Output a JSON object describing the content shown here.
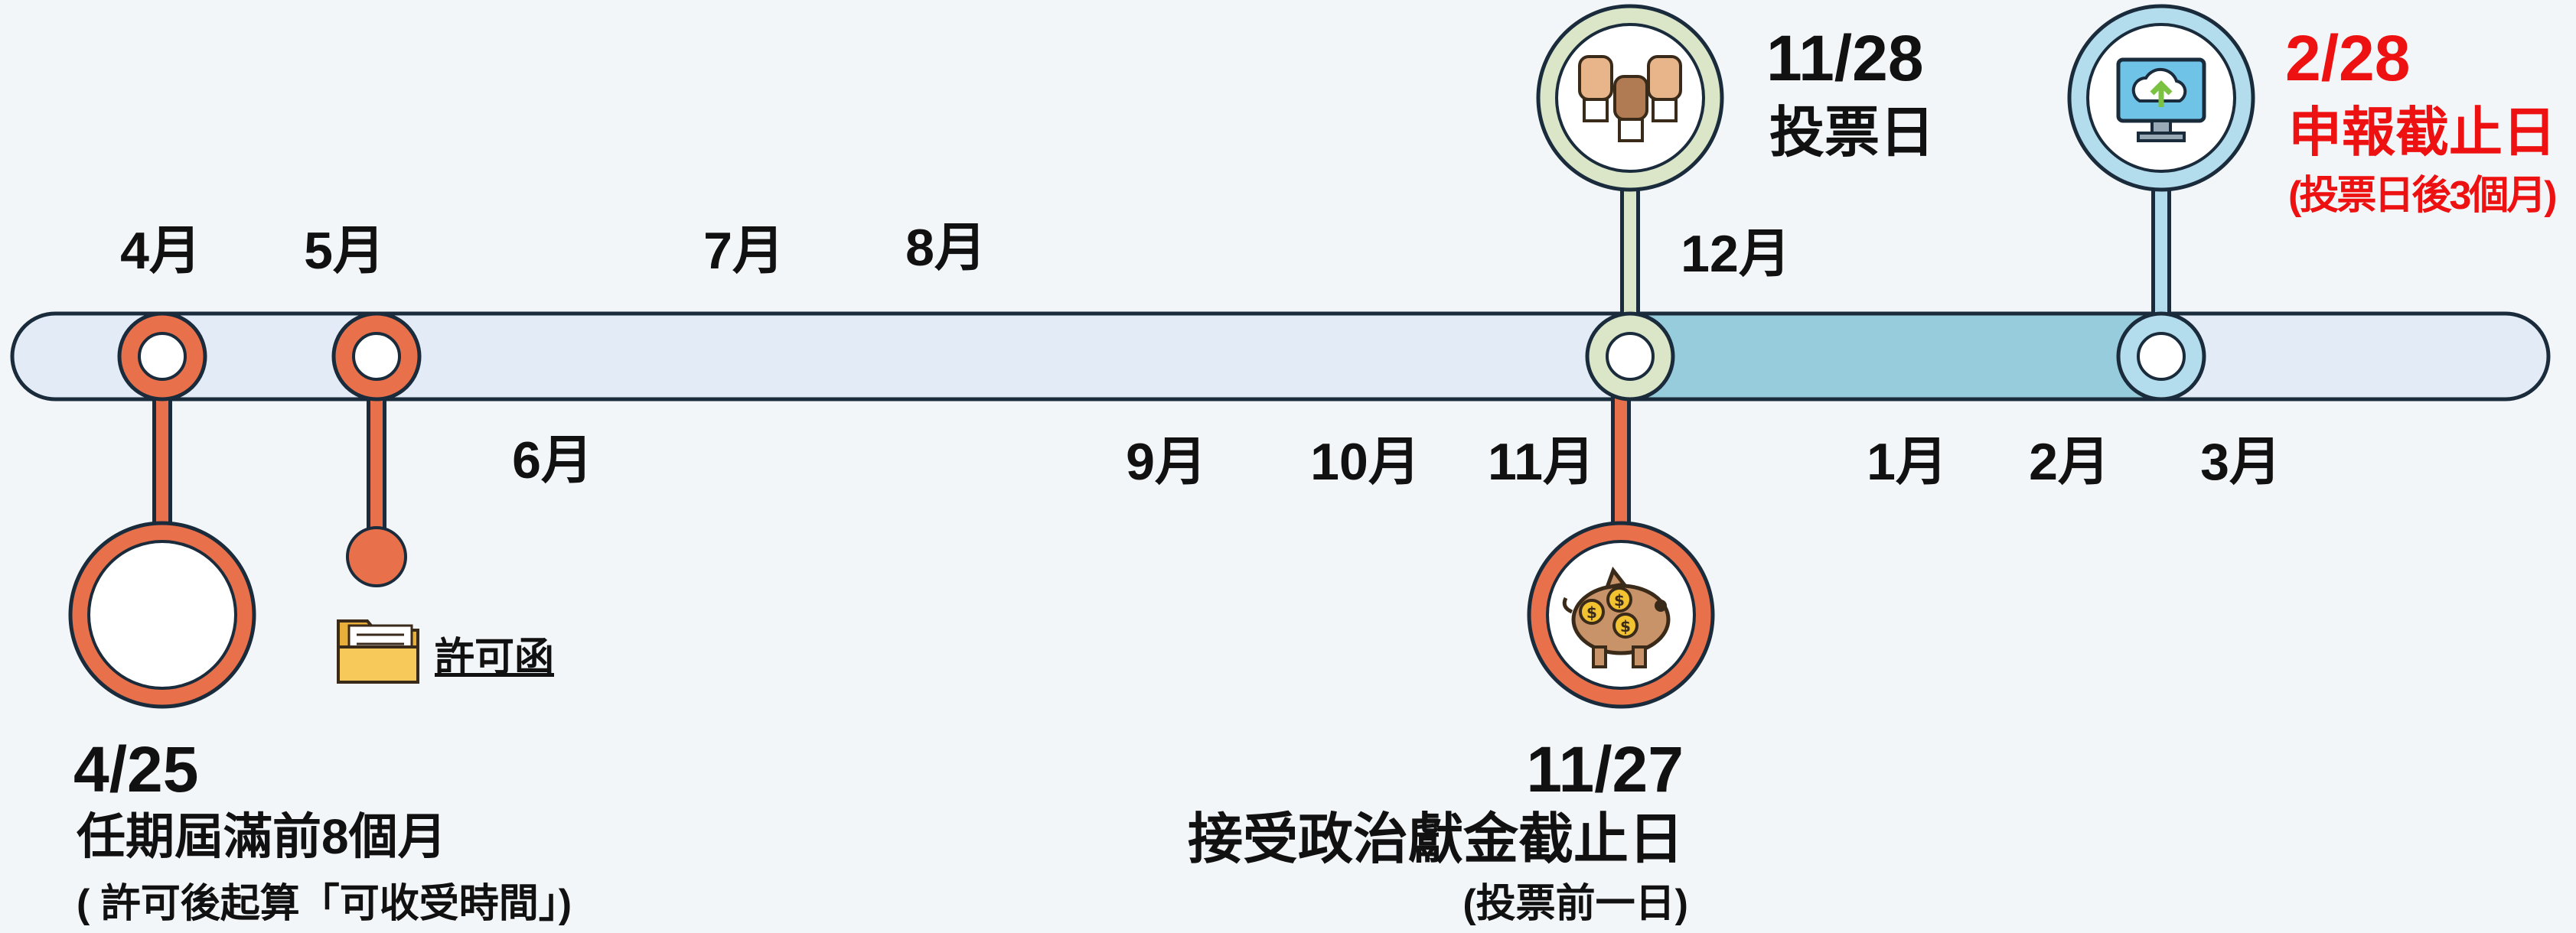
{
  "months": [
    {
      "id": "apr",
      "label": "4月"
    },
    {
      "id": "may",
      "label": "5月"
    },
    {
      "id": "jun",
      "label": "6月"
    },
    {
      "id": "jul",
      "label": "7月"
    },
    {
      "id": "aug",
      "label": "8月"
    },
    {
      "id": "sep",
      "label": "9月"
    },
    {
      "id": "oct",
      "label": "10月"
    },
    {
      "id": "nov",
      "label": "11月"
    },
    {
      "id": "dec",
      "label": "12月"
    },
    {
      "id": "jan",
      "label": "1月"
    },
    {
      "id": "feb",
      "label": "2月"
    },
    {
      "id": "mar",
      "label": "3月"
    }
  ],
  "milestones": {
    "term_end": {
      "date": "4/25",
      "title": "任期屆滿前8個月",
      "note": "( 許可後起算「可收受時間」)"
    },
    "permit": {
      "link_label": "許可函",
      "icon": "folder-icon"
    },
    "donation_deadline": {
      "date": "11/27",
      "title": "接受政治獻金截止日",
      "note": "(投票前一日)",
      "icon": "piggy-bank-icon"
    },
    "election_day": {
      "date": "11/28",
      "title": "投票日",
      "icon": "raised-hands-icon"
    },
    "report_deadline": {
      "date": "2/28",
      "title": "申報截止日",
      "note": "(投票日後3個月)",
      "icon": "cloud-upload-monitor-icon"
    }
  },
  "colors": {
    "background": "#f3f6f9",
    "bar_light": "#e3ebf6",
    "bar_highlight": "#96ccdc",
    "orange": "#e8714c",
    "green_ring": "#dbe6c8",
    "blue_ring": "#b3dcec",
    "stem_dark": "#1a2b3c",
    "red_text": "#ee1111"
  }
}
